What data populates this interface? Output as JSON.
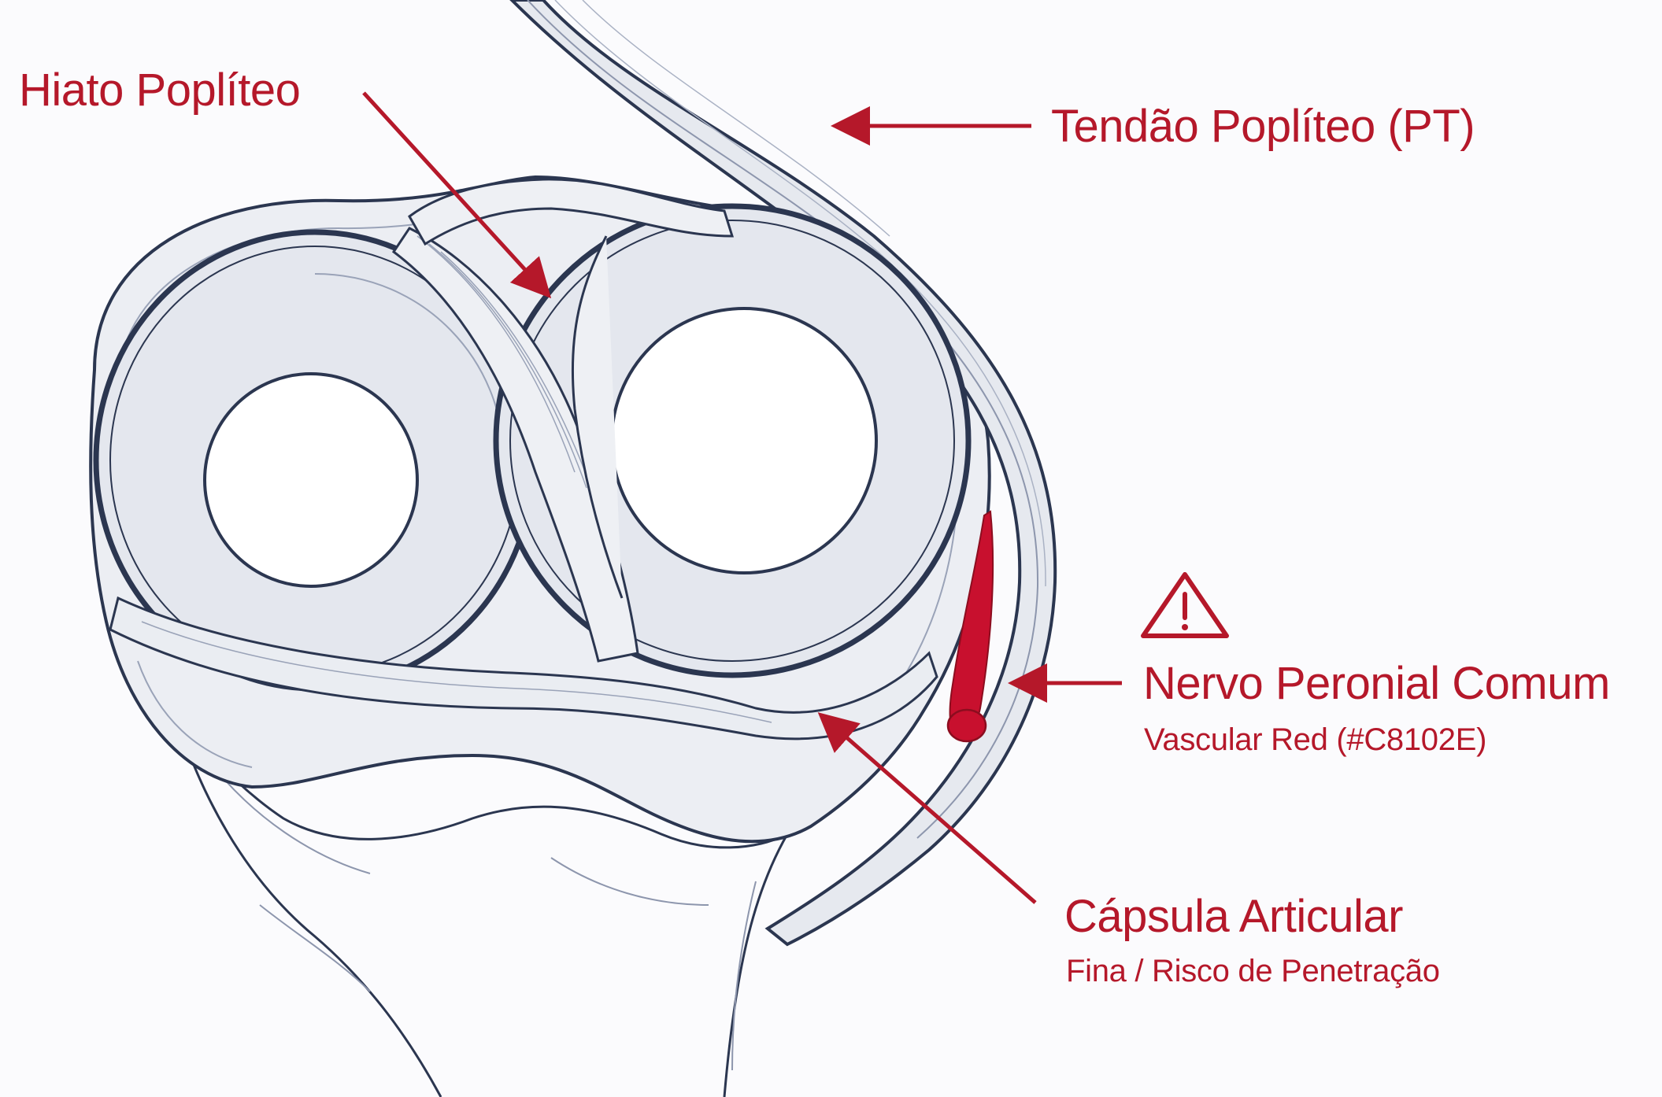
{
  "labels": {
    "hiato": "Hiato Poplíteo",
    "tendao": "Tendão Poplíteo (PT)",
    "nervo": "Nervo Peronial Comum",
    "nervo_sub": "Vascular Red (#C8102E)",
    "capsula": "Cápsula Articular",
    "capsula_sub": "Fina / Risco de Penetração"
  },
  "icons": {
    "warning": "warning-triangle-icon"
  },
  "colors": {
    "label_red": "#b5182a",
    "nerve_red": "#C8102E",
    "line": "#2b3650",
    "fill": "#e9ebf1",
    "background": "#fbfbfd"
  }
}
